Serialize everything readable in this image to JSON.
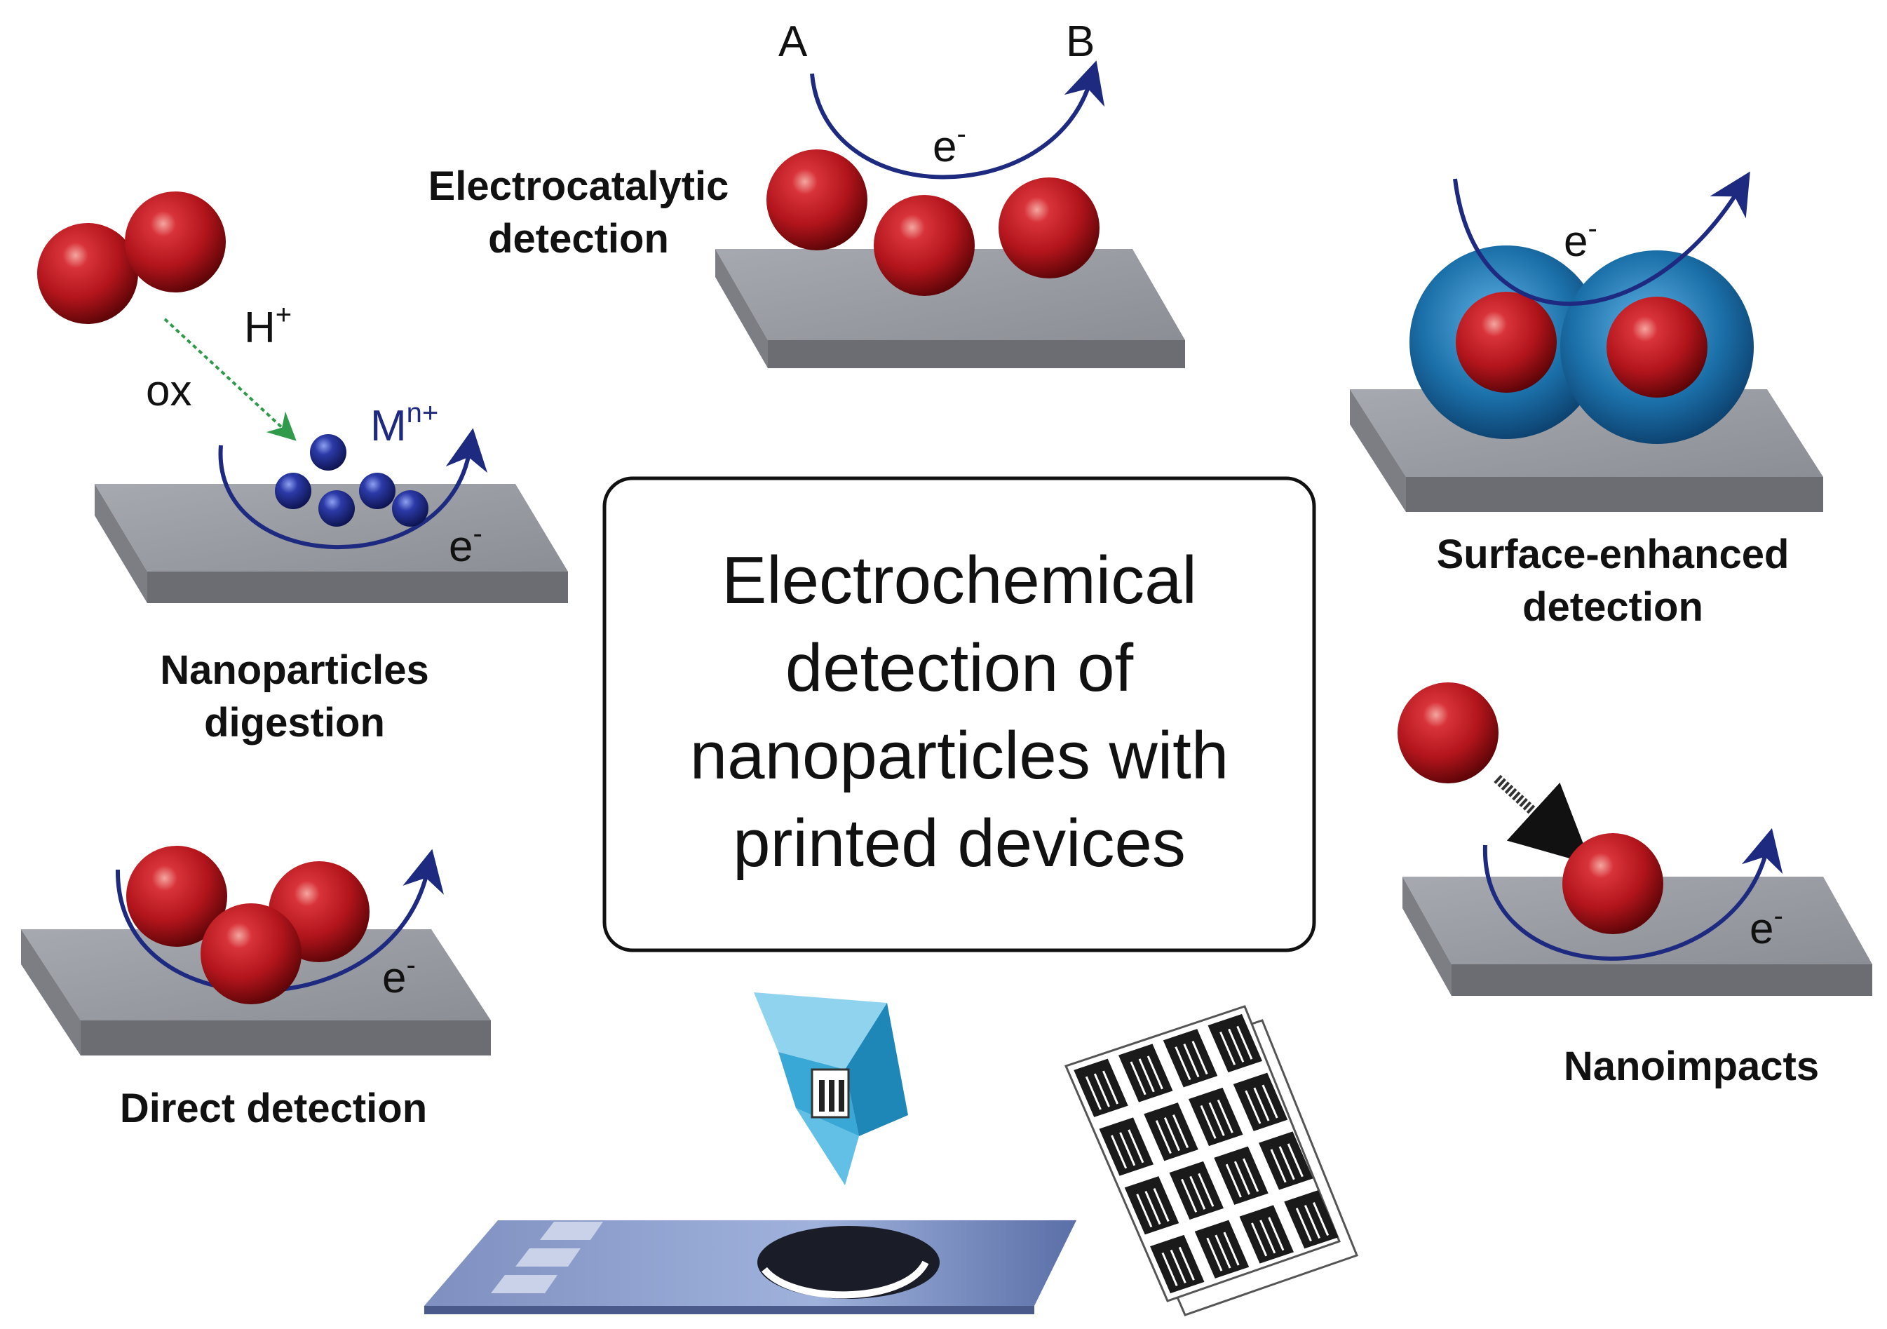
{
  "center_box": {
    "lines": [
      "Electrochemical",
      "detection of",
      "nanoparticles with",
      "printed devices"
    ]
  },
  "electrocatalytic": {
    "caption_lines": [
      "Electrocatalytic",
      "detection"
    ],
    "label_a": "A",
    "label_b": "B",
    "electron": "e-"
  },
  "digestion": {
    "caption_lines": [
      "Nanoparticles",
      "digestion"
    ],
    "proton": "H+",
    "oxidant": "ox",
    "metal_ion": "Mn+",
    "electron": "e-"
  },
  "surface_enhanced": {
    "caption_lines": [
      "Surface-enhanced",
      "detection"
    ],
    "electron": "e-"
  },
  "nanoimpacts": {
    "caption": "Nanoimpacts",
    "electron": "e-"
  },
  "direct": {
    "caption": "Direct detection",
    "electron": "e-"
  },
  "colors": {
    "particle_red": "#b3151c",
    "ion_blue": "#1c2a8c",
    "arrow_navy": "#1e2a80",
    "shell_blue": "#1b6fa8",
    "substrate_gray": "#9a9ca3",
    "digestion_arrow_green": "#2e9a4a",
    "paper_device_blue": "#3aa8d6"
  }
}
